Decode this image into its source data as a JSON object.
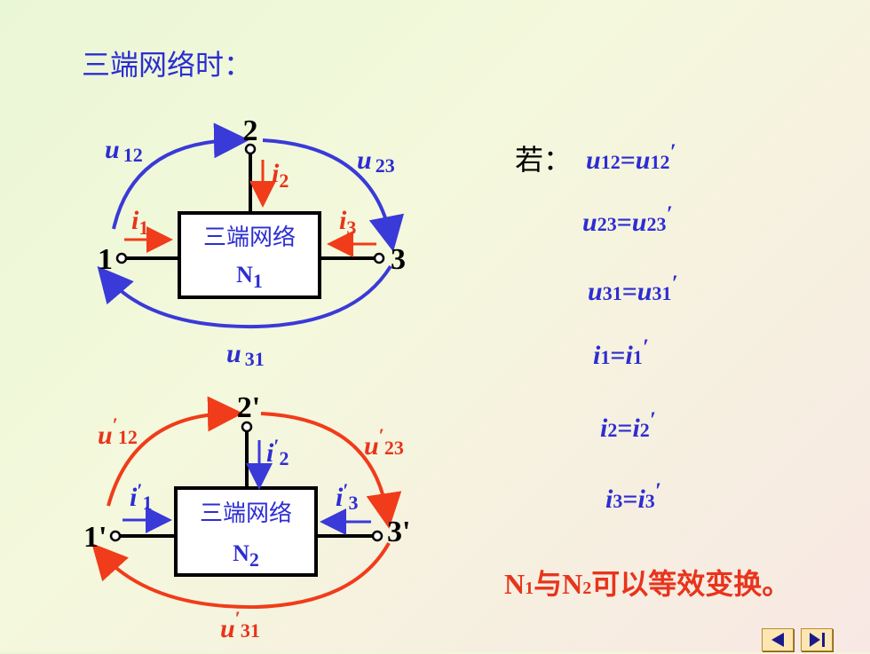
{
  "title": "三端网络时：",
  "network1": {
    "box_label": "三端网络",
    "name": "N",
    "name_sub": "1",
    "nodes": [
      "1",
      "2",
      "3"
    ],
    "voltages": [
      {
        "sym": "u",
        "sub": "12"
      },
      {
        "sym": "u",
        "sub": "23"
      },
      {
        "sym": "u",
        "sub": "31"
      }
    ],
    "currents": [
      {
        "sym": "i",
        "sub": "1"
      },
      {
        "sym": "i",
        "sub": "2"
      },
      {
        "sym": "i",
        "sub": "3"
      }
    ]
  },
  "network2": {
    "box_label": "三端网络",
    "name": "N",
    "name_sub": "2",
    "nodes": [
      "1'",
      "2'",
      "3'"
    ],
    "voltages": [
      {
        "sym": "u",
        "prime": "′",
        "sub": "12"
      },
      {
        "sym": "u",
        "prime": "′",
        "sub": "23"
      },
      {
        "sym": "u",
        "prime": "′",
        "sub": "31"
      }
    ],
    "currents": [
      {
        "sym": "i",
        "prime": "′",
        "sub": "1"
      },
      {
        "sym": "i",
        "prime": "′",
        "sub": "2"
      },
      {
        "sym": "i",
        "prime": "′",
        "sub": "3"
      }
    ]
  },
  "condition_label": "若：",
  "equations": [
    {
      "l": "u",
      "ls": "12",
      "eq": "=",
      "r": "u",
      "rs": "12",
      "p": "′"
    },
    {
      "l": "u",
      "ls": "23",
      "eq": "=",
      "r": "u",
      "rs": "23",
      "p": "′"
    },
    {
      "l": "u",
      "ls": "31",
      "eq": "=",
      "r": "u",
      "rs": "31",
      "p": "′"
    },
    {
      "l": "i",
      "ls": "1",
      "eq": "=",
      "r": "i",
      "rs": "1",
      "p": "′"
    },
    {
      "l": "i",
      "ls": "2",
      "eq": "=",
      "r": "i",
      "rs": "2",
      "p": "′"
    },
    {
      "l": "i",
      "ls": "3",
      "eq": "=",
      "r": "i",
      "rs": "3",
      "p": "′"
    }
  ],
  "conclusion": {
    "n1": "N",
    "n1s": "1",
    "mid": "与",
    "n2": "N",
    "n2s": "2",
    "rest": "可以等效变换。"
  },
  "nav": {
    "prev": "◀",
    "next": "▶|"
  },
  "colors": {
    "blue": "#2d2dd2",
    "red": "#e8341c",
    "arc_blue": "#3a3ad8",
    "arc_red": "#f03c1a"
  }
}
